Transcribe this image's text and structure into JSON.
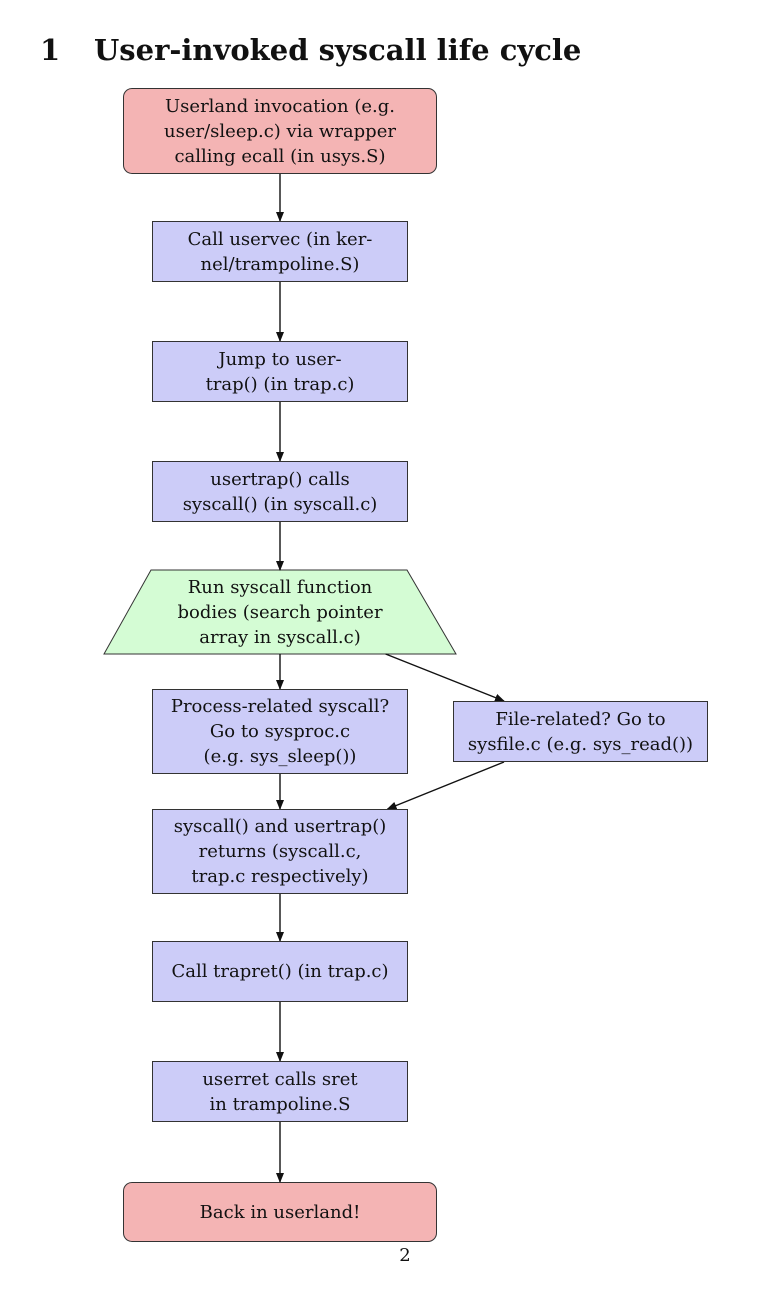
{
  "section": {
    "number": "1",
    "title": "User-invoked syscall life cycle"
  },
  "colors": {
    "terminal_fill": "#f4b4b4",
    "process_fill": "#ccccf8",
    "decision_fill": "#d4fcd4",
    "outline": "#333333"
  },
  "nodes": {
    "userland_invocation": {
      "shape": "rounded-rectangle",
      "lines": [
        "Userland invocation (e.g.",
        "user/sleep.c) via wrapper",
        "calling ecall (in usys.S)"
      ]
    },
    "call_uservec": {
      "shape": "rectangle",
      "lines": [
        "Call uservec (in ker-",
        "nel/trampoline.S)"
      ]
    },
    "jump_usertrap": {
      "shape": "rectangle",
      "lines": [
        "Jump to user-",
        "trap() (in trap.c)"
      ]
    },
    "usertrap_calls_syscall": {
      "shape": "rectangle",
      "lines": [
        "usertrap() calls",
        "syscall() (in syscall.c)"
      ]
    },
    "run_syscall_bodies": {
      "shape": "trapezoid",
      "lines": [
        "Run syscall function",
        "bodies (search pointer",
        "array in syscall.c)"
      ]
    },
    "process_related": {
      "shape": "rectangle",
      "lines": [
        "Process-related syscall?",
        "Go to sysproc.c",
        "(e.g. sys_sleep())"
      ]
    },
    "file_related": {
      "shape": "rectangle",
      "lines": [
        "File-related? Go to",
        "sysfile.c (e.g. sys_read())"
      ]
    },
    "syscall_returns": {
      "shape": "rectangle",
      "lines": [
        "syscall() and usertrap()",
        "returns (syscall.c,",
        "trap.c respectively)"
      ]
    },
    "call_trapret": {
      "shape": "rectangle",
      "lines": [
        "Call trapret() (in trap.c)"
      ]
    },
    "userret_sret": {
      "shape": "rectangle",
      "lines": [
        "userret calls sret",
        "in trampoline.S"
      ]
    },
    "back_in_userland": {
      "shape": "rounded-rectangle",
      "lines": [
        "Back in userland!"
      ]
    }
  },
  "edges": [
    [
      "userland_invocation",
      "call_uservec"
    ],
    [
      "call_uservec",
      "jump_usertrap"
    ],
    [
      "jump_usertrap",
      "usertrap_calls_syscall"
    ],
    [
      "usertrap_calls_syscall",
      "run_syscall_bodies"
    ],
    [
      "run_syscall_bodies",
      "process_related"
    ],
    [
      "run_syscall_bodies",
      "file_related"
    ],
    [
      "process_related",
      "syscall_returns"
    ],
    [
      "file_related",
      "syscall_returns"
    ],
    [
      "syscall_returns",
      "call_trapret"
    ],
    [
      "call_trapret",
      "userret_sret"
    ],
    [
      "userret_sret",
      "back_in_userland"
    ]
  ],
  "page_number": "2"
}
